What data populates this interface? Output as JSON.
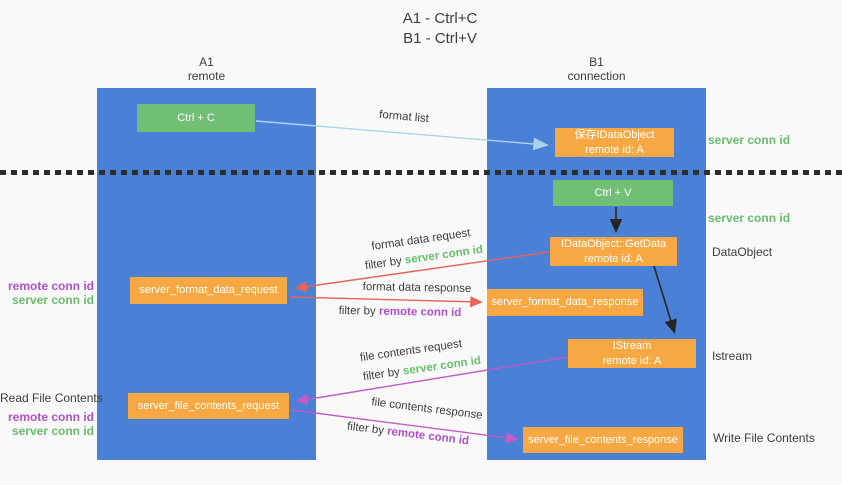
{
  "title": {
    "line1": "A1 - Ctrl+C",
    "line2": "B1 - Ctrl+V"
  },
  "actors": {
    "a1": {
      "name": "A1",
      "subtitle": "remote"
    },
    "b1": {
      "name": "B1",
      "subtitle": "connection"
    }
  },
  "nodes": {
    "ctrl_c": {
      "label": "Ctrl + C"
    },
    "ctrl_v": {
      "label": "Ctrl + V"
    },
    "save_dataobject": {
      "line1": "保存IDataObject",
      "line2": "remote id: A"
    },
    "getdata": {
      "line1": "IDataObject::GetData",
      "line2": "remote id: A"
    },
    "istream": {
      "line1": "IStream",
      "line2": "remote id: A"
    },
    "server_format_data_request": {
      "label": "server_format_data_request"
    },
    "server_format_data_response": {
      "label": "server_format_data_response"
    },
    "server_file_contents_request": {
      "label": "server_file_contents_request"
    },
    "server_file_contents_response": {
      "label": "server_file_contents_response"
    }
  },
  "edges": {
    "format_list": {
      "label": "format list"
    },
    "format_data_request": {
      "label": "format data request",
      "filter_prefix": "filter by",
      "filter_key": "server conn id"
    },
    "format_data_response": {
      "label": "format data response",
      "filter_prefix": "filter by",
      "filter_key": "remote conn id"
    },
    "file_contents_request": {
      "label": "file contents request",
      "filter_prefix": "filter by",
      "filter_key": "server conn id"
    },
    "file_contents_response": {
      "label": "file contents response",
      "filter_prefix": "filter by",
      "filter_key": "remote conn id"
    }
  },
  "annotations": {
    "right_top_server_conn_id": "server conn id",
    "right_mid_server_conn_id": "server conn id",
    "dataobject": "DataObject",
    "istream": "Istream",
    "write_file_contents": "Write File Contents",
    "left_format_remote_conn_id": "remote conn id",
    "left_format_server_conn_id": "server conn id",
    "read_file_contents": "Read File Contents",
    "left_file_remote_conn_id": "remote conn id",
    "left_file_server_conn_id": "server conn id"
  },
  "colors": {
    "lifeline_blue": "#4a80d6",
    "action_green": "#71bf75",
    "message_orange": "#f7a843",
    "request_red": "#e8635a",
    "contents_pink": "#c45bc7",
    "format_list_blue": "#a9d4ef",
    "black_arrow": "#262626",
    "conn_green_text": "#67bd6b",
    "conn_purple_text": "#b050cb",
    "text_dark": "#3d3d3d",
    "background": "#f9f9f9"
  }
}
